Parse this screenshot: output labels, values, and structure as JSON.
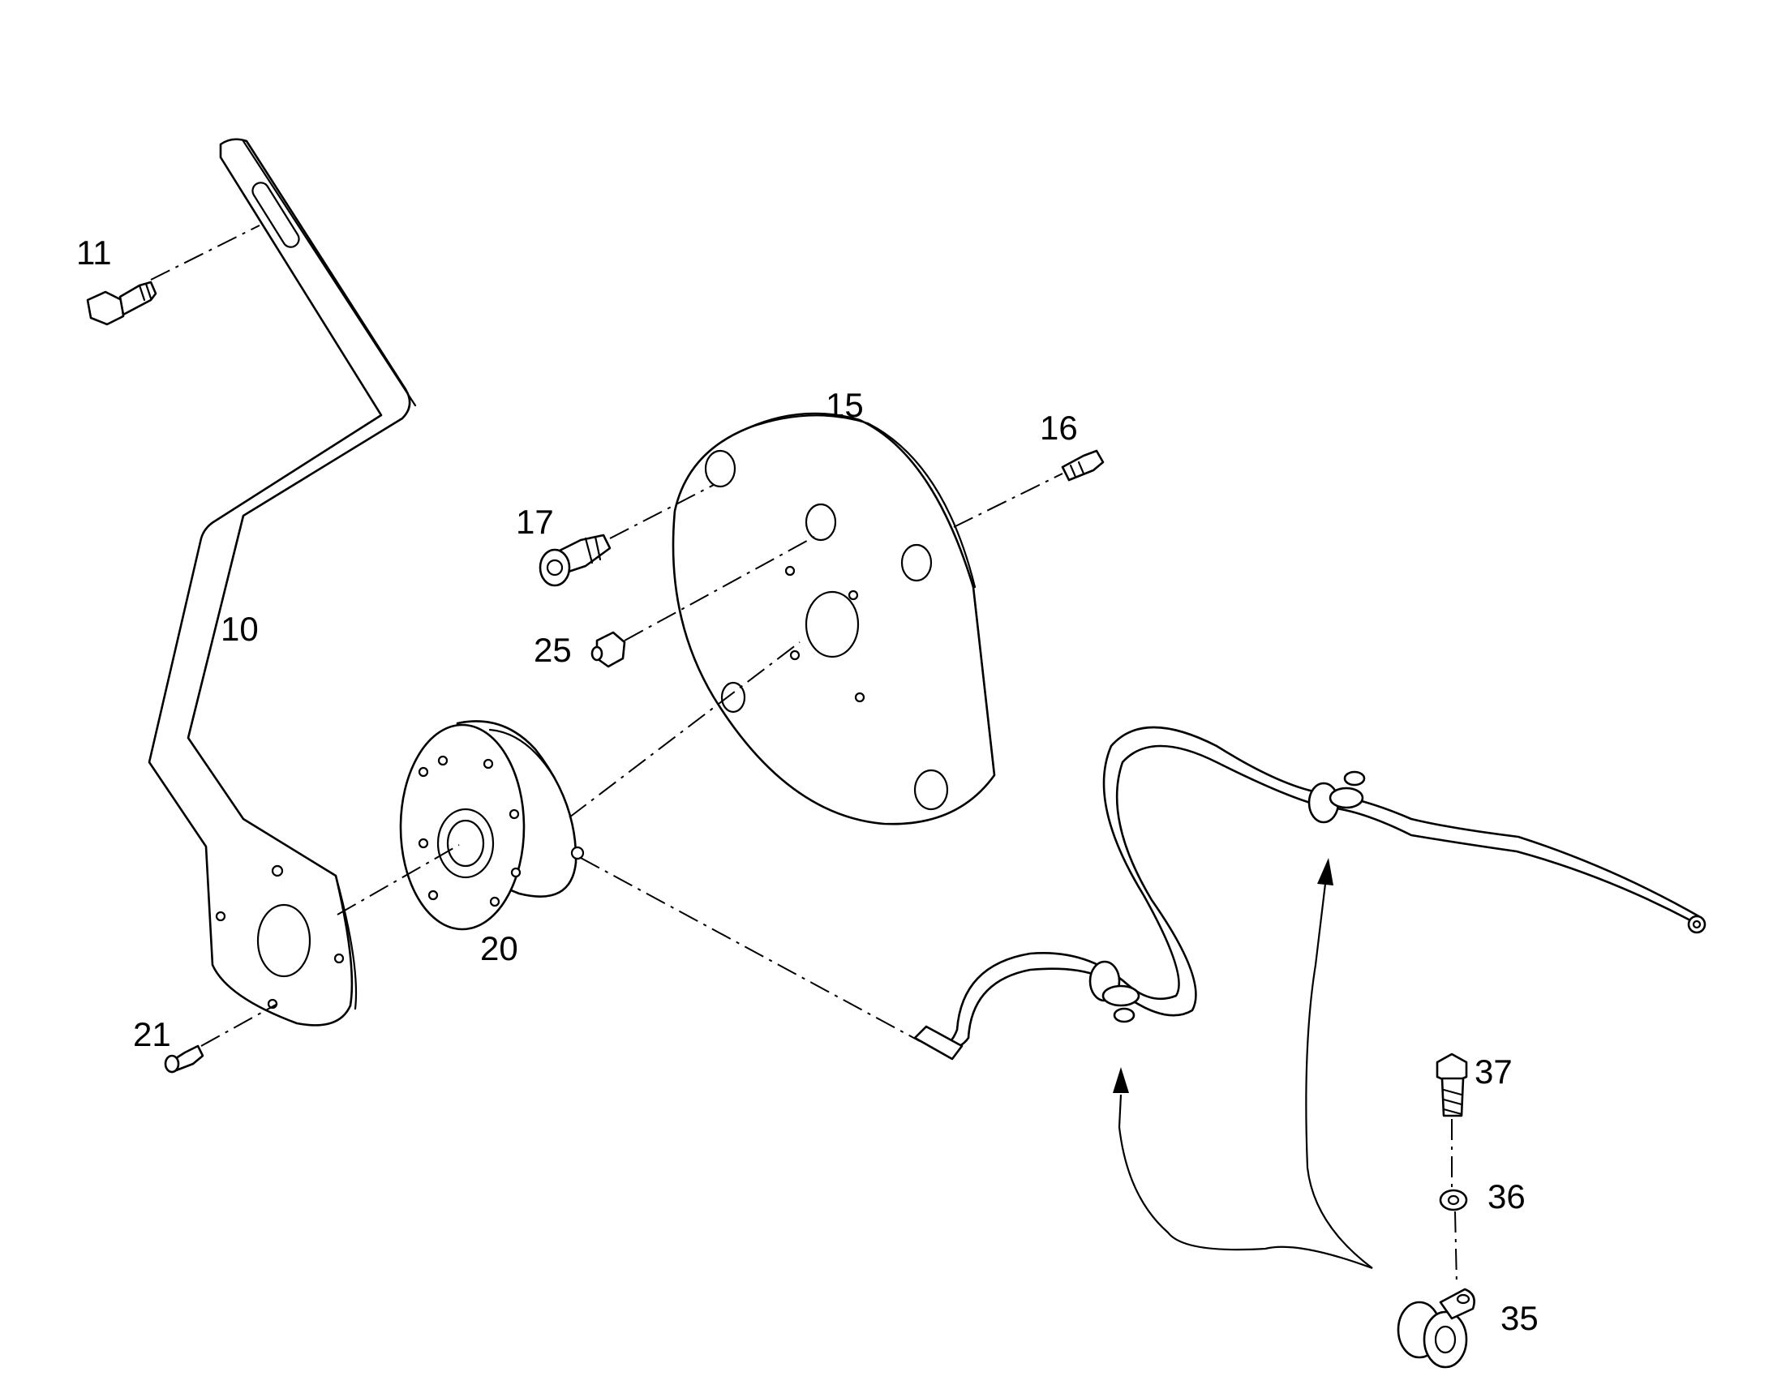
{
  "callouts": {
    "p10": "10",
    "p11": "11",
    "p15": "15",
    "p16": "16",
    "p17": "17",
    "p20": "20",
    "p21": "21",
    "p25": "25",
    "p35": "35",
    "p36": "36",
    "p37": "37"
  },
  "colors": {
    "line": "#000000",
    "background": "#ffffff"
  }
}
